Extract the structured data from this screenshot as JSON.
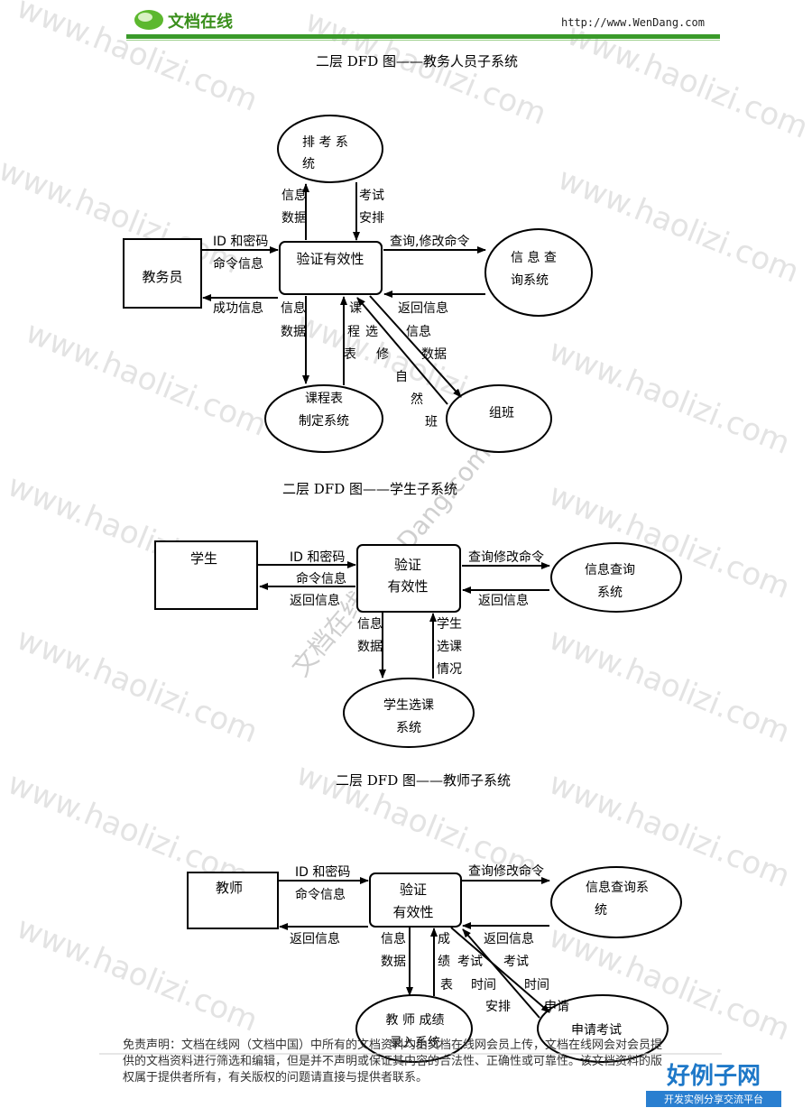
{
  "header": {
    "logo_text": "文档在线",
    "url": "http://www.WenDang.com"
  },
  "watermarks": {
    "bg": "www.haolizi.com",
    "diag": "文档在线 WenDang.com"
  },
  "diagrams": [
    {
      "caption": "二层 DFD 图——教务人员子系统",
      "nodes": {
        "entity": "教务员",
        "center": "验证有效性",
        "p1": [
          "排 考 系",
          "统"
        ],
        "p2": [
          "信 息 查",
          "询系统"
        ],
        "p3": [
          "课程表",
          "制定系统"
        ],
        "p4": "组班"
      },
      "labels": {
        "in1": "ID 和密码",
        "in2": "命令信息",
        "out1": "成功信息",
        "up1": "信息",
        "up2": "数据",
        "down1": "考试",
        "down2": "安排",
        "q": "查询,修改命令",
        "r": "返回信息",
        "d1": "信息",
        "d2": "数据",
        "c1": "课",
        "c2": "程",
        "c3": "表",
        "c4": "选",
        "c5": "修",
        "n1": "自",
        "n2": "然",
        "n3": "班",
        "g1": "信息",
        "g2": "数据"
      }
    },
    {
      "caption": "二层 DFD 图——学生子系统",
      "nodes": {
        "entity": "学生",
        "center": [
          "验证",
          "有效性"
        ],
        "p1": [
          "信息查询",
          "系统"
        ],
        "p2": [
          "学生选课",
          "系统"
        ]
      },
      "labels": {
        "in1": "ID 和密码",
        "in2": "命令信息",
        "out1": "返回信息",
        "q": "查询修改命令",
        "r": "返回信息",
        "d1": "信息",
        "d2": "数据",
        "u1": "学生",
        "u2": "选课",
        "u3": "情况"
      }
    },
    {
      "caption": "二层 DFD 图——教师子系统",
      "nodes": {
        "entity": "教师",
        "center": [
          "验证",
          "有效性"
        ],
        "p1": [
          "信息查询系",
          "统"
        ],
        "p2": [
          "教 师 成绩",
          "录入系统"
        ],
        "p3": "申请考试"
      },
      "labels": {
        "in1": "ID 和密码",
        "in2": "命令信息",
        "out1": "返回信息",
        "q": "查询修改命令",
        "r": "返回信息",
        "d1": "信息",
        "d2": "数据",
        "s1": "成",
        "s2": "绩",
        "s3": "表",
        "t1": "考试",
        "t2": "时间",
        "t3": "安排",
        "a1": "考试",
        "a2": "时间",
        "a3": "申请"
      }
    }
  ],
  "footer": {
    "line1": "免责声明：文档在线网（文档中国）中所有的文档资料均由文档在线网会员上传，文档在线网会对会员提",
    "line2": "供的文档资料进行筛选和编辑，但是并不声明或保证其内容的合法性、正确性或可靠性。该文档资料的版",
    "line3": "权属于提供者所有，有关版权的问题请直接与提供者联系。"
  },
  "brand": {
    "main": "好例子网",
    "sub": "开发实例分享交流平台"
  }
}
